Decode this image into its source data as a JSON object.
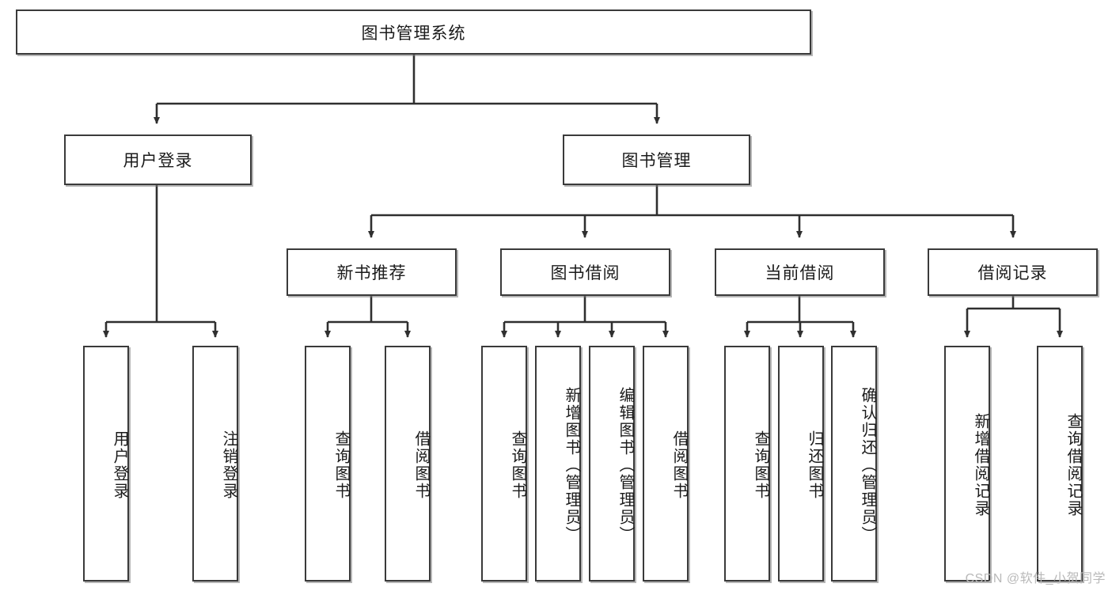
{
  "diagram": {
    "type": "tree-hierarchy",
    "title": "图书管理系统",
    "root": {
      "id": "root",
      "label": "图书管理系统"
    },
    "level2": [
      {
        "id": "user-login",
        "label": "用户登录"
      },
      {
        "id": "book-manage",
        "label": "图书管理"
      }
    ],
    "level3": [
      {
        "id": "new-book-rec",
        "label": "新书推荐",
        "parent": "book-manage"
      },
      {
        "id": "book-borrow",
        "label": "图书借阅",
        "parent": "book-manage"
      },
      {
        "id": "current-borrow",
        "label": "当前借阅",
        "parent": "book-manage"
      },
      {
        "id": "borrow-record",
        "label": "借阅记录",
        "parent": "book-manage"
      }
    ],
    "leaves": {
      "user_login": [
        {
          "id": "leaf-user-login",
          "label": "用户登录"
        },
        {
          "id": "leaf-user-logout",
          "label": "注销登录"
        }
      ],
      "new_book_rec": [
        {
          "id": "leaf-query-book-1",
          "label": "查询图书"
        },
        {
          "id": "leaf-borrow-book-1",
          "label": "借阅图书"
        }
      ],
      "book_borrow": [
        {
          "id": "leaf-query-book-2",
          "label": "查询图书"
        },
        {
          "id": "leaf-add-book",
          "label": "新增图书（管理员）"
        },
        {
          "id": "leaf-edit-book",
          "label": "编辑图书（管理员）"
        },
        {
          "id": "leaf-borrow-book-2",
          "label": "借阅图书"
        }
      ],
      "current_borrow": [
        {
          "id": "leaf-query-book-3",
          "label": "查询图书"
        },
        {
          "id": "leaf-return-book",
          "label": "归还图书"
        },
        {
          "id": "leaf-confirm-return",
          "label": "确认归还（管理员）"
        }
      ],
      "borrow_record": [
        {
          "id": "leaf-add-record",
          "label": "新增借阅记录"
        },
        {
          "id": "leaf-query-record",
          "label": "查询借阅记录"
        }
      ]
    },
    "style": {
      "box_border_color": "#3a3a3a",
      "box_fill_color": "#ffffff",
      "edge_color": "#2f2f2f",
      "text_color": "#1b1b1b",
      "background": "#ffffff"
    }
  },
  "watermark": {
    "text": "CSDN @软件_小贺同学",
    "color": "#b9b9b9"
  }
}
